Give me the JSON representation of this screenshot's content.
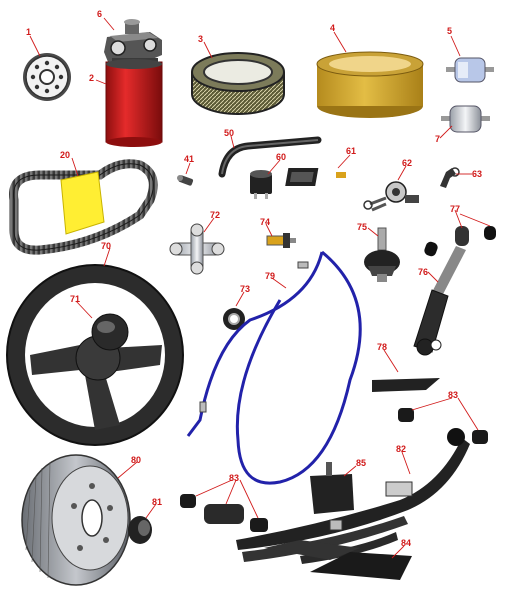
{
  "callouts": {
    "c1": "1",
    "c2": "2",
    "c3": "3",
    "c4": "4",
    "c5": "5",
    "c6": "6",
    "c7": "7",
    "c20": "20",
    "c41": "41",
    "c50": "50",
    "c60": "60",
    "c61": "61",
    "c62": "62",
    "c63": "63",
    "c70": "70",
    "c71": "71",
    "c72": "72",
    "c73": "73",
    "c74": "74",
    "c75": "75",
    "c76": "76",
    "c77": "77",
    "c78": "78",
    "c79": "79",
    "c80": "80",
    "c81": "81",
    "c82": "82",
    "c83a": "83",
    "c83b": "83",
    "c84": "84",
    "c85": "85"
  },
  "colors": {
    "callout": "#d11a1a",
    "filter_red": "#d42020",
    "air_filter_yellow": "#d9b236",
    "belt_tag_yellow": "#ffee33",
    "cable_blue": "#2222aa"
  },
  "icons": [
    "oil-filter",
    "fuel-filter",
    "air-filter",
    "v-belt",
    "steering-wheel",
    "brake-drum",
    "leaf-spring",
    "shock-absorber",
    "throttle-cable",
    "universal-joint"
  ]
}
